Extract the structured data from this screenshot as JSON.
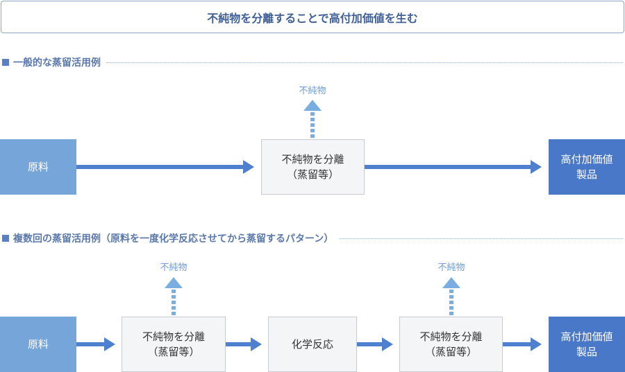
{
  "header": {
    "title": "不純物を分離することで高付加価値を生む"
  },
  "section1": {
    "heading": "一般的な蒸留活用例",
    "raw": "原料",
    "process_line1": "不純物を分離",
    "process_line2": "（蒸留等）",
    "impurity": "不純物",
    "product_line1": "高付加価値",
    "product_line2": "製品"
  },
  "section2": {
    "heading": "複数回の蒸留活用例（原料を一度化学反応させてから蒸留するパターン）",
    "raw": "原料",
    "process1_line1": "不純物を分離",
    "process1_line2": "（蒸留等）",
    "impurity1": "不純物",
    "reaction": "化学反応",
    "process2_line1": "不純物を分離",
    "process2_line2": "（蒸留等）",
    "impurity2": "不純物",
    "product_line1": "高付加価値",
    "product_line2": "製品"
  }
}
